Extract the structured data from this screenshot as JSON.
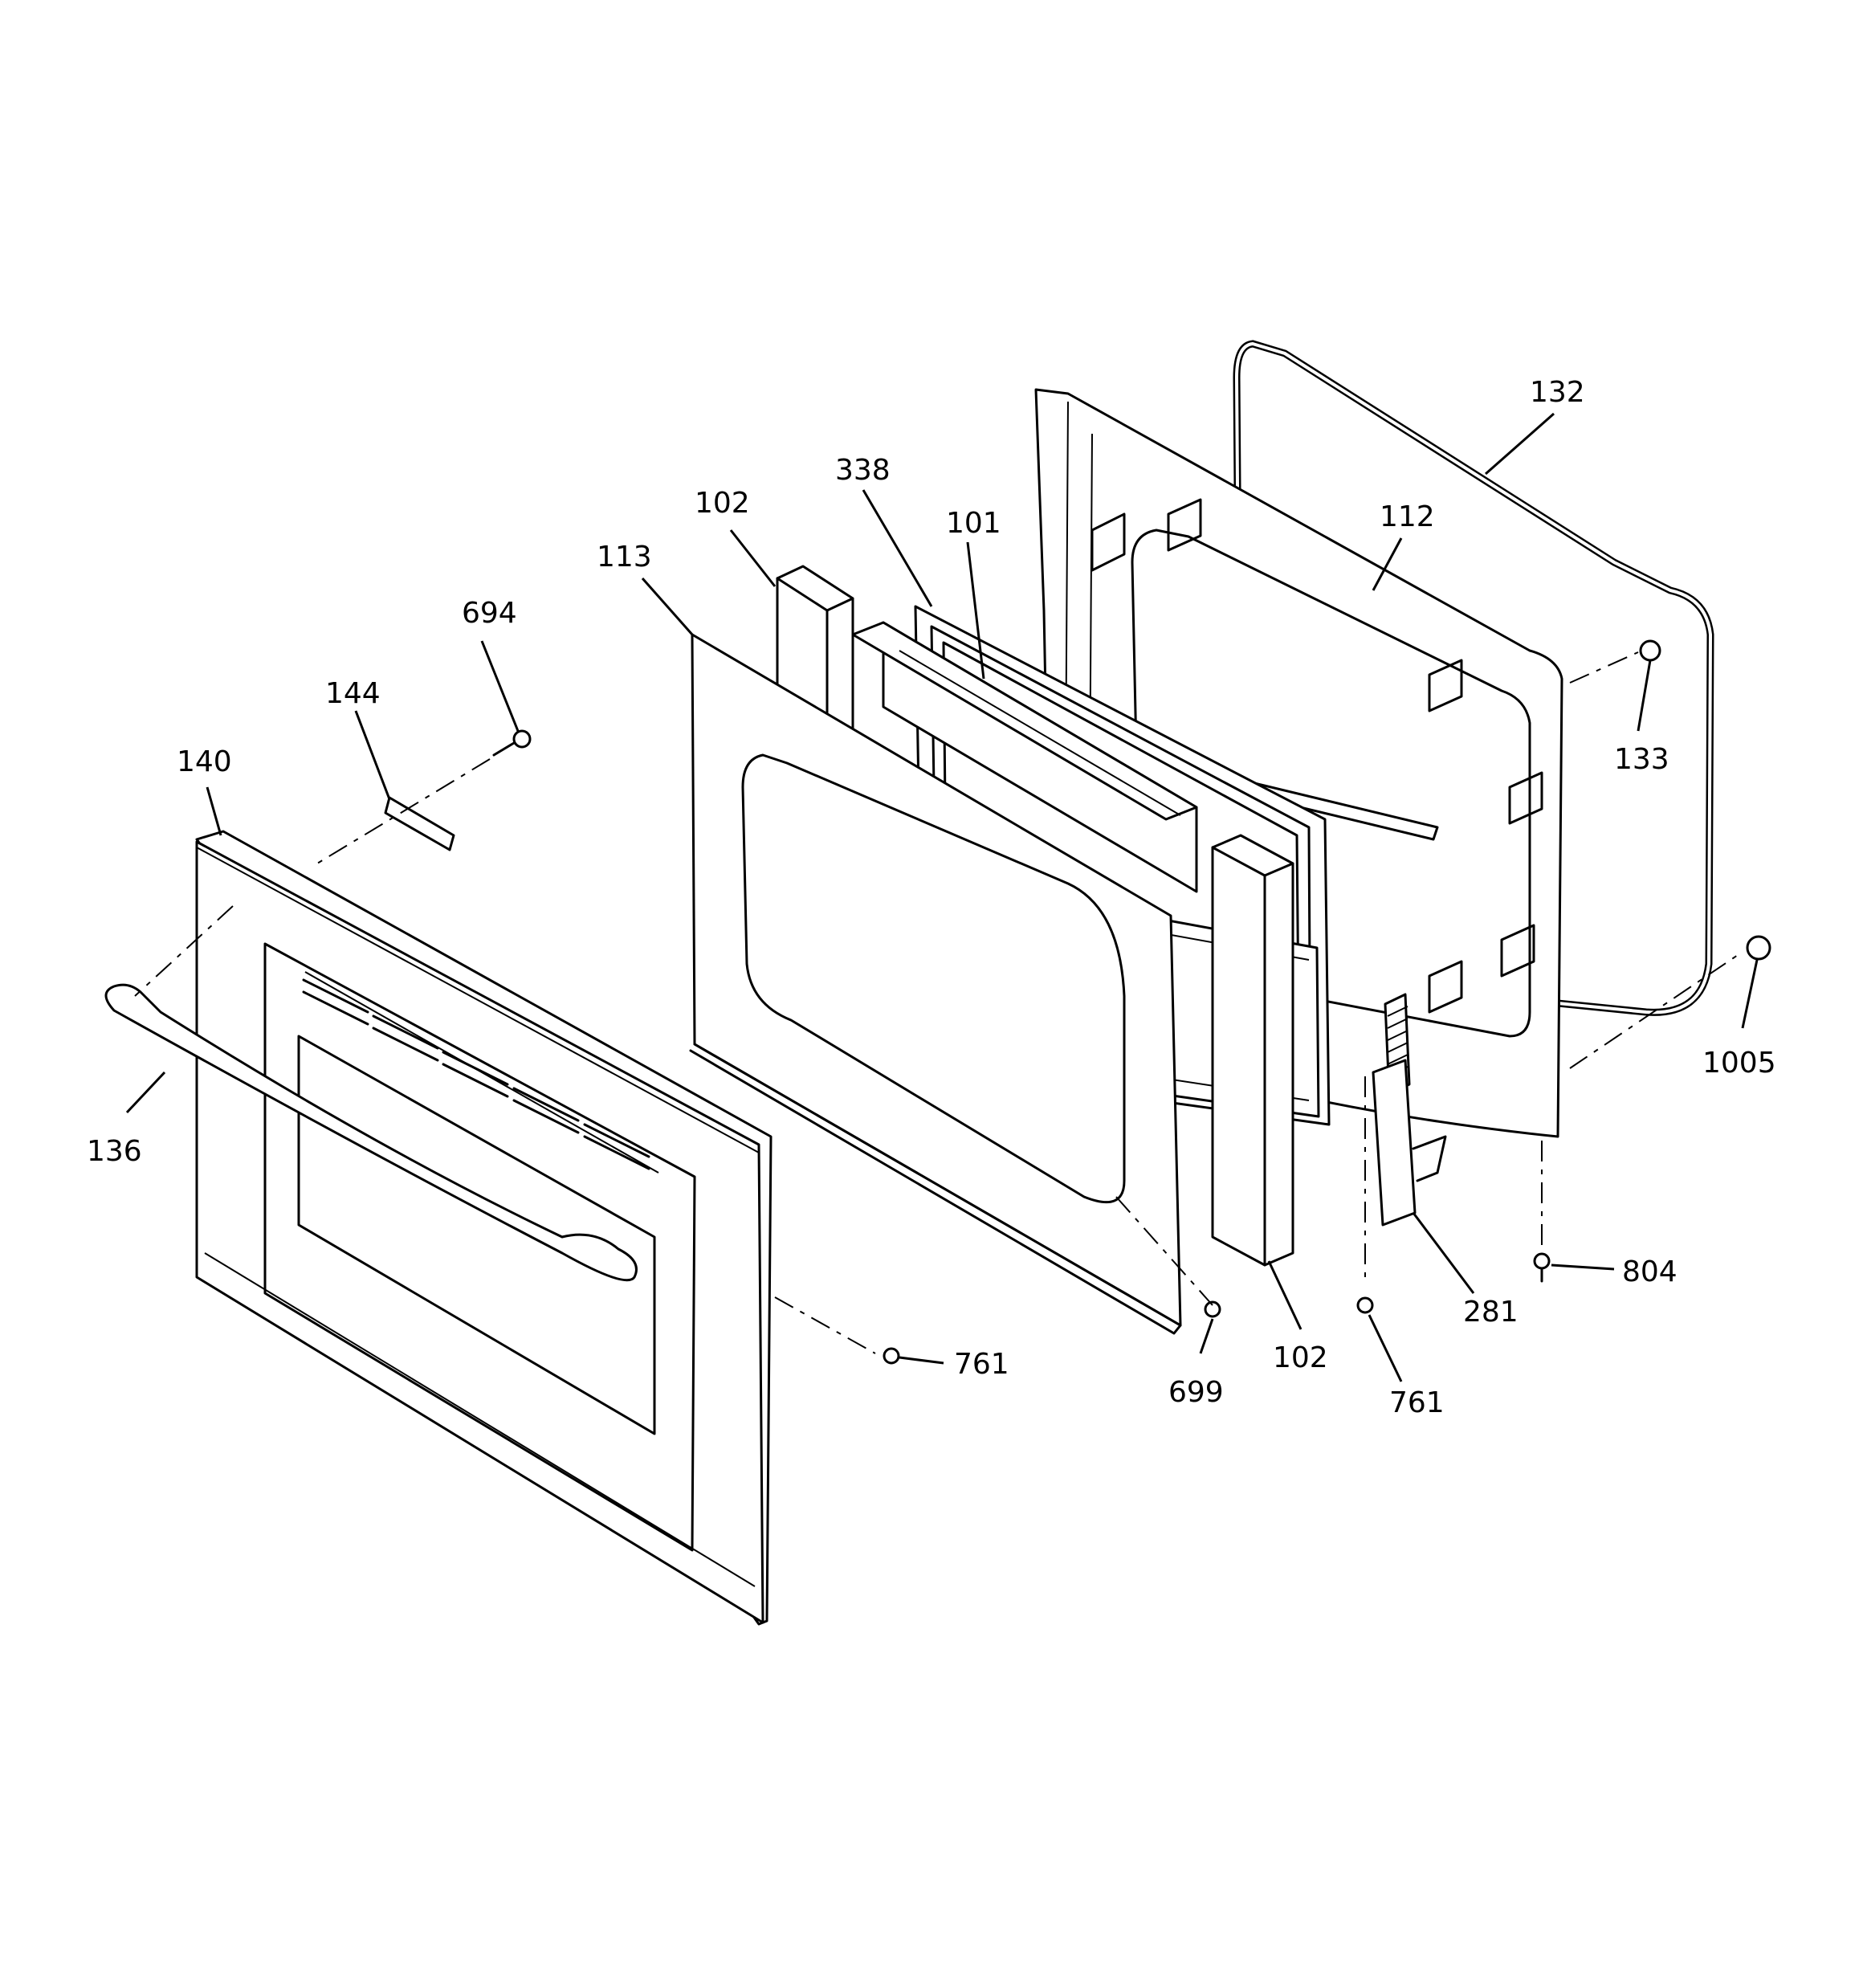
{
  "callouts": [
    {
      "id": "c132",
      "text": "132"
    },
    {
      "id": "c112",
      "text": "112"
    },
    {
      "id": "c338",
      "text": "338"
    },
    {
      "id": "c101",
      "text": "101"
    },
    {
      "id": "c102a",
      "text": "102"
    },
    {
      "id": "c113",
      "text": "113"
    },
    {
      "id": "c694",
      "text": "694"
    },
    {
      "id": "c144",
      "text": "144"
    },
    {
      "id": "c140",
      "text": "140"
    },
    {
      "id": "c133",
      "text": "133"
    },
    {
      "id": "c1005",
      "text": "1005"
    },
    {
      "id": "c136",
      "text": "136"
    },
    {
      "id": "c804",
      "text": "804"
    },
    {
      "id": "c281",
      "text": "281"
    },
    {
      "id": "c761a",
      "text": "761"
    },
    {
      "id": "c699",
      "text": "699"
    },
    {
      "id": "c102b",
      "text": "102"
    },
    {
      "id": "c761b",
      "text": "761"
    }
  ]
}
